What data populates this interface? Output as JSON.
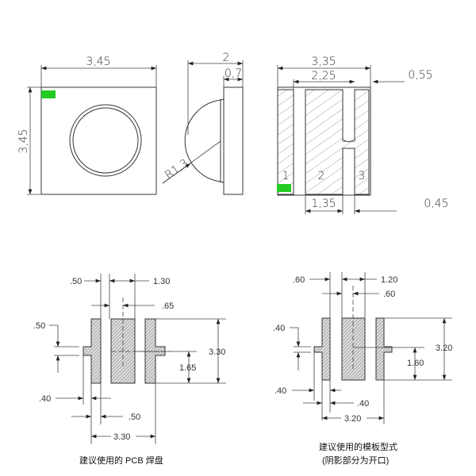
{
  "top_views": {
    "front": {
      "width_label": "3,45",
      "height_label": "3,45"
    },
    "side": {
      "depth_label": "2",
      "body_label": "0,7",
      "radius_label": "R1,3"
    },
    "bottom": {
      "width_label": "3,35",
      "inner_label": "2,25",
      "edge_label": "0,55",
      "pad_label": "1,35",
      "gap_label": "0,45",
      "pins": [
        "1",
        "2",
        "3"
      ]
    }
  },
  "pcb_pad": {
    "dims": {
      "a": ".50",
      "b": "1.30",
      "c": ".65",
      "d": ".50",
      "e": "3.30",
      "f": "1.65",
      "g": ".40",
      "h": ".50",
      "i": "3.30"
    },
    "caption": "建议使用的 PCB 焊盘"
  },
  "stencil": {
    "dims": {
      "a": ".60",
      "b": "1.20",
      "c": ".60",
      "d": ".40",
      "e": "3.20",
      "f": "1.60",
      "g": ".40",
      "h": ".40",
      "i": "3.20"
    },
    "caption_line1": "建议使用的模板型式",
    "caption_line2": "(阴影部分为开口)"
  },
  "colors": {
    "marker": "#22cc22"
  }
}
